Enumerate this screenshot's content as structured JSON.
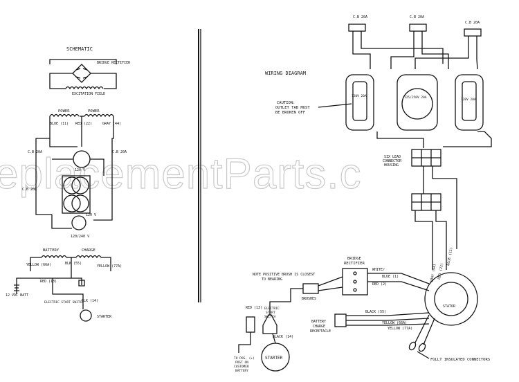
{
  "titles": {
    "schematic": "SCHEMATIC",
    "wiring": "WIRING DIAGRAM"
  },
  "watermark": "eplacementParts.c",
  "schematic": {
    "bridge_rectifier": "BRIDGE RECTIFIER",
    "excitation_field": "EXCITATION FIELD",
    "power1": "POWER",
    "power2": "POWER",
    "blue_11": "BLUE (11)",
    "red_22": "RED (22)",
    "gray_44": "GRAY (44)",
    "cb_20a_left": "C.B 20A",
    "cb_20a_right": "C.B 20A",
    "cb_20a_lower": "C.B 20A",
    "v120_1": "120 V",
    "v120_2": "120 V",
    "v120240": "120/240 V",
    "battery": "BATTERY",
    "charge": "CHARGE",
    "yellow_66a": "YELLOW (66A)",
    "yellow_77a": "YELLOW (77A)",
    "blk_55": "BLK (55)",
    "red_13": "RED (13)",
    "v12dc": "12 VDC BATT",
    "sw": "ELECTRIC START SWITCH",
    "blk_14": "BLK (14)",
    "starter": "STARTER"
  },
  "wiring": {
    "cb20a_1": "C.B 20A",
    "cb20a_2": "C.B 20A",
    "cb20a_3": "C.B 20A",
    "caution1": "CAUTION:",
    "caution2": "OUTLET TAB MUST",
    "caution3": "BE BROKEN OFF",
    "outlet1": "120V 20A",
    "outlet2": "125/250V 20A",
    "outlet3": "120V 20A",
    "six_lead1": "SIX LEAD",
    "six_lead2": "CONNECTOR",
    "six_lead3": "HOUSING",
    "bridge1": "BRIDGE",
    "bridge2": "RECTIFIER",
    "note1": "NOTE POSITIVE BRUSH IS CLOSEST",
    "note2": "TO BEARING",
    "brushes": "BRUSHES",
    "white_red1": "WHITE/",
    "white_red2": "RED (2)",
    "blue_1": "BLUE (1)",
    "black_55": "BLACK (55)",
    "yellow_66a": "YELLOW (66A)",
    "yellow_77a": "YELLOW (77A)",
    "batt_charge1": "BATTERY",
    "batt_charge2": "CHARGE",
    "batt_charge3": "RECEPTACLE",
    "stator": "STATOR",
    "gray_44": "GRAY (44)",
    "red_22": "RED (22)",
    "blue_11": "BLUE (11)",
    "es_switch1": "ELECTRIC",
    "es_switch2": "START",
    "es_switch3": "SWITCH",
    "black_14": "BLACK (14)",
    "starter": "STARTER",
    "to_pos1": "TO POS. (+)",
    "to_pos2": "POST ON",
    "to_pos3": "CUSTOMER",
    "to_pos4": "BATTERY",
    "fully": "FULLY INSULATED CONNECTORS",
    "red_13": "RED (13)"
  }
}
